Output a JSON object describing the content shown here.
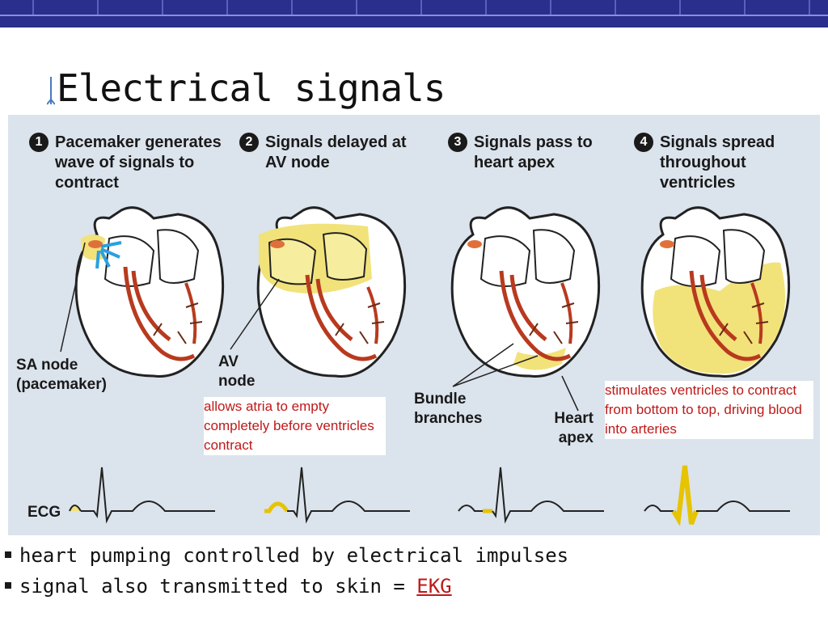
{
  "title": "Electrical signals",
  "steps": [
    {
      "number": "1",
      "text": "Pacemaker generates wave of signals to contract"
    },
    {
      "number": "2",
      "text": "Signals delayed at AV node"
    },
    {
      "number": "3",
      "text": "Signals pass to heart apex"
    },
    {
      "number": "4",
      "text": "Signals spread throughout ventricles"
    }
  ],
  "labels": {
    "sa_node": "SA node (pacemaker)",
    "av_node": "AV node",
    "bundle_branches": "Bundle branches",
    "heart_apex": "Heart apex",
    "ecg": "ECG"
  },
  "notes": {
    "av_delay": "allows atria to empty completely before ventricles contract",
    "ventricles": "stimulates ventricles to contract from bottom to top, driving blood into arteries"
  },
  "bullets": [
    {
      "text": "heart pumping controlled by electrical impulses"
    },
    {
      "text": "signal also transmitted to skin = ",
      "highlight": "EKG"
    }
  ],
  "colors": {
    "header_bar": "#2a2e8c",
    "panel_bg": "#dbe3ec",
    "note_text": "#c01818",
    "signal_yellow": "#f2e27a",
    "vessel_red": "#b83a1e"
  }
}
